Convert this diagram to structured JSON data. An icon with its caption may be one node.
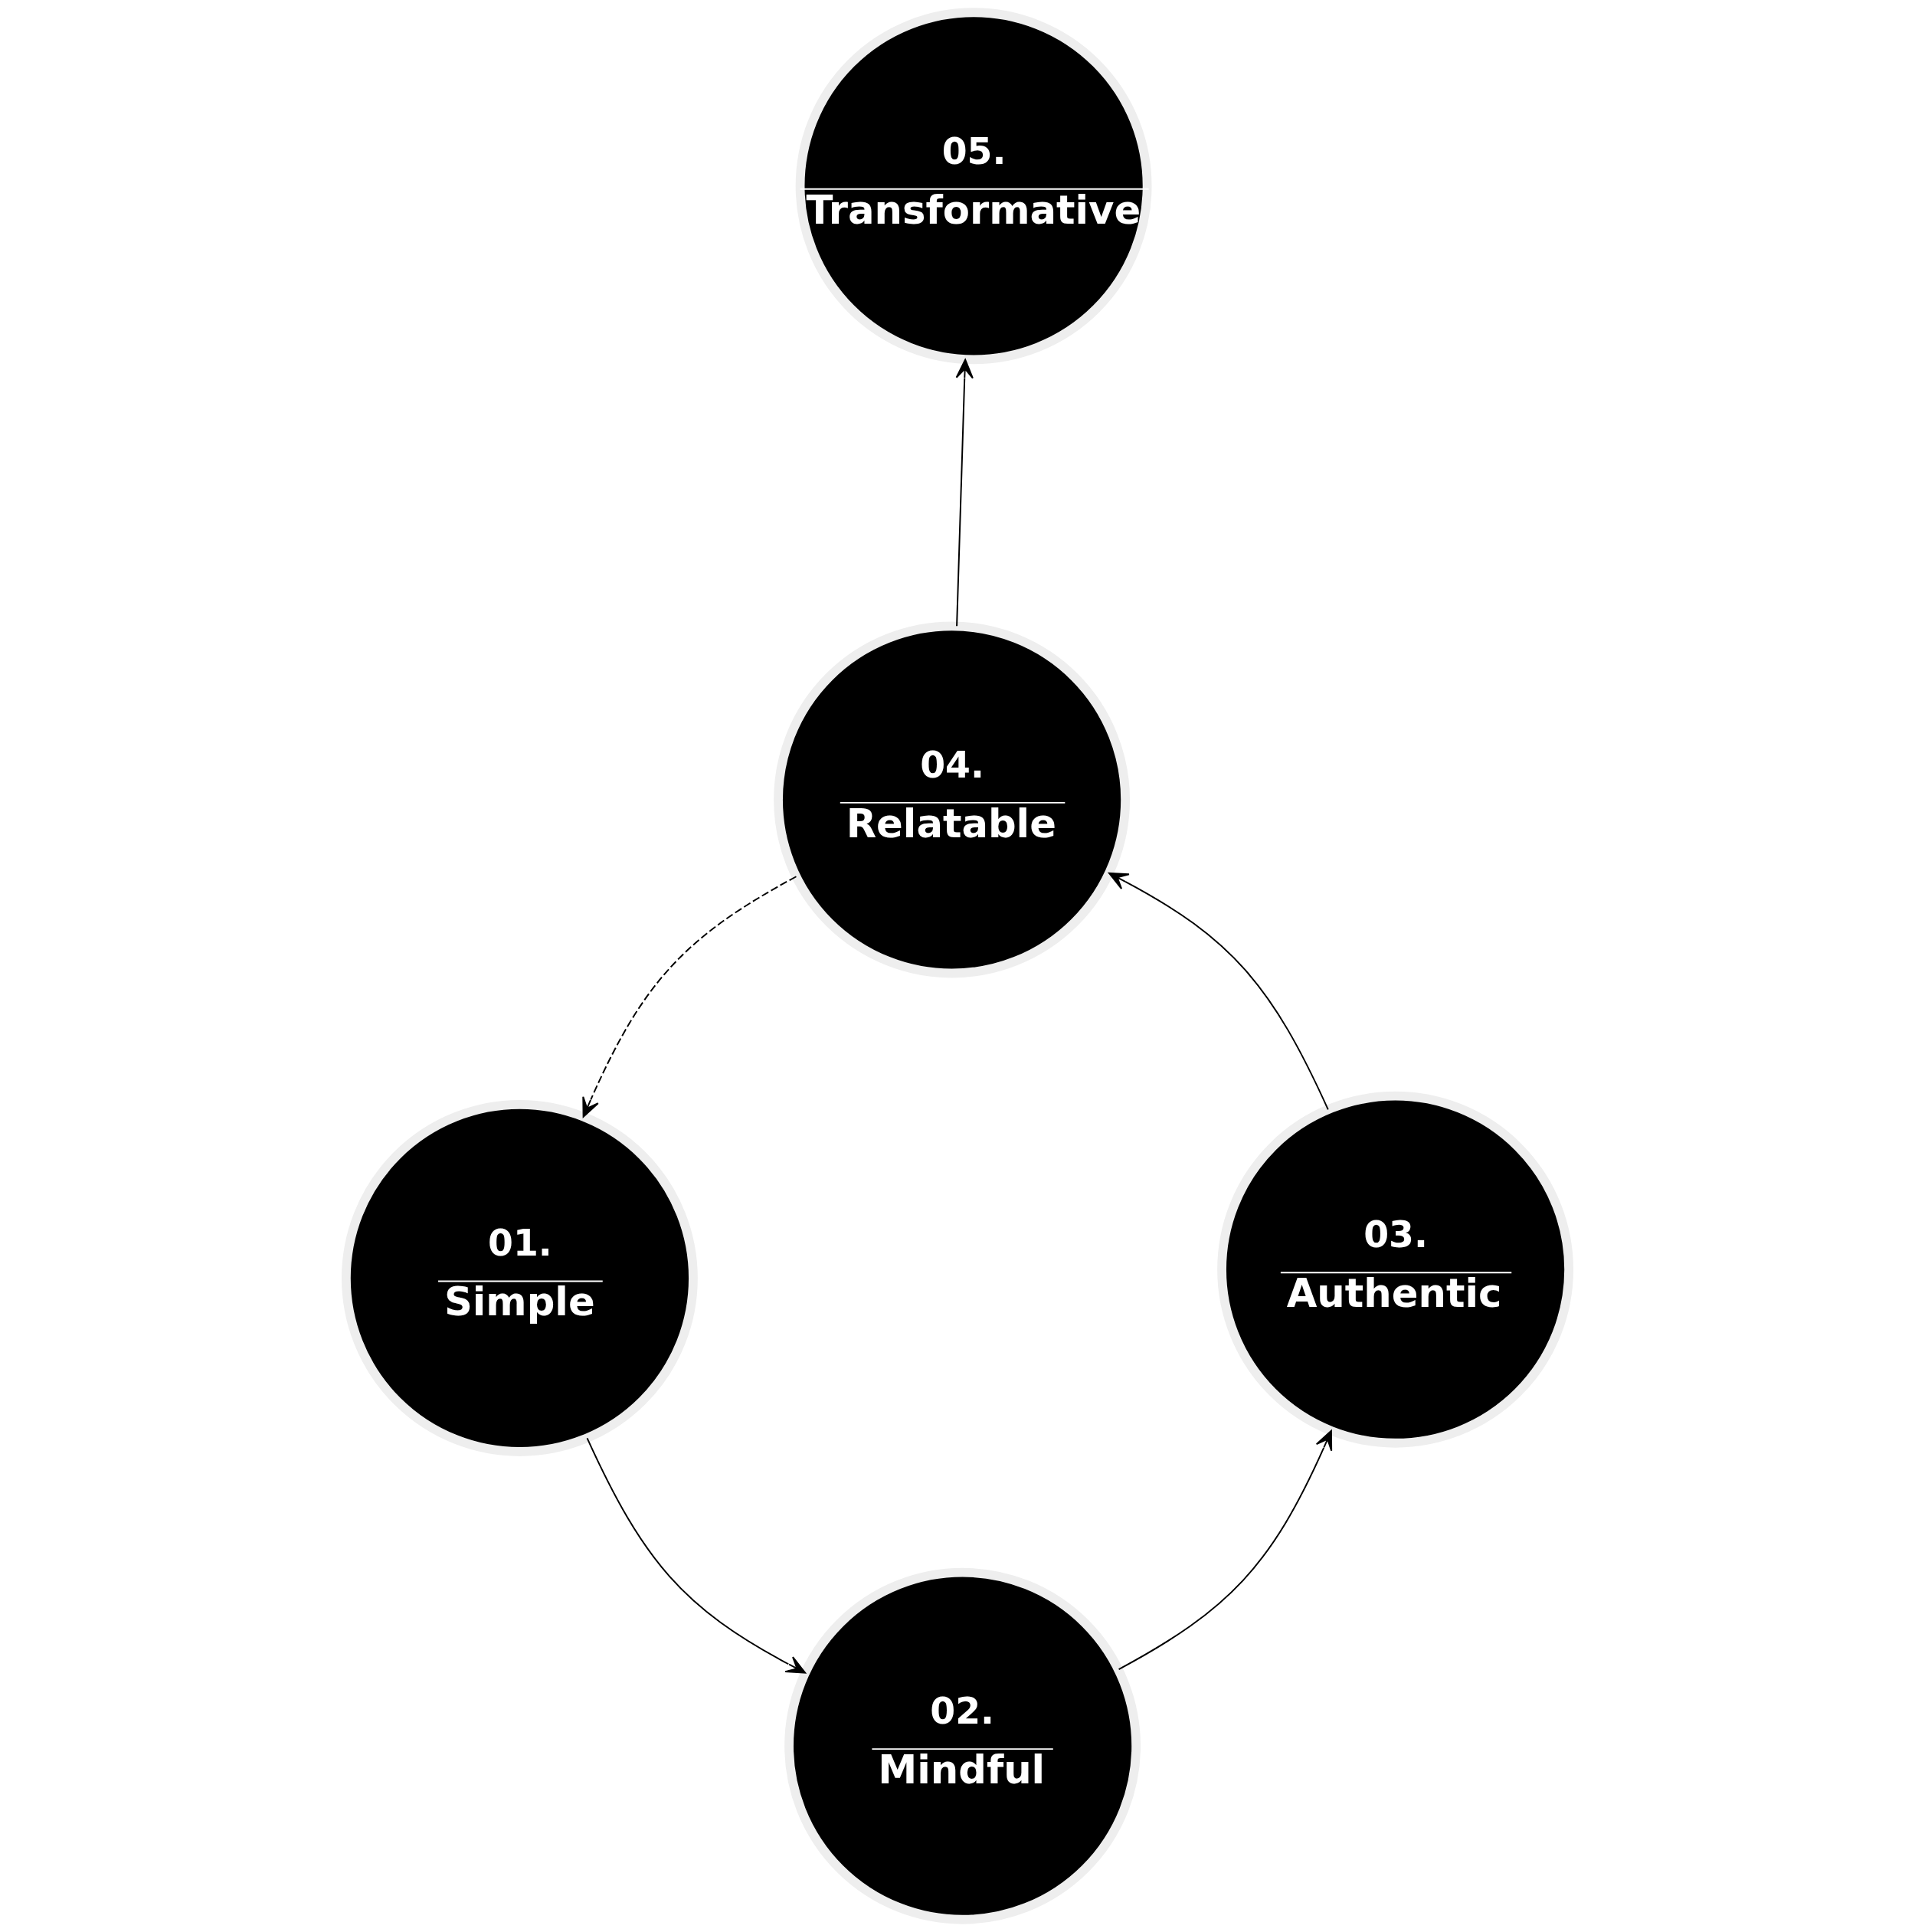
{
  "diagram": {
    "nodes": [
      {
        "text": [
          "01.",
          "Simple"
        ]
      },
      {
        "text": [
          "02.",
          "Mindful"
        ]
      },
      {
        "text": [
          "03.",
          "Authentic"
        ]
      },
      {
        "text": [
          "04.",
          "Relatable"
        ]
      },
      {
        "text": [
          "05.",
          "Transformative"
        ]
      }
    ],
    "edges": [
      {
        "from": 0,
        "to": 1,
        "arrow": "to"
      },
      {
        "from": 1,
        "to": 2,
        "arrow": "to"
      },
      {
        "from": 2,
        "to": 3,
        "arrow": "to"
      },
      {
        "from": 3,
        "to": 4,
        "arrow": "to"
      },
      {
        "from": 3,
        "to": 0,
        "arrow": "to",
        "style": "dashed"
      }
    ]
  }
}
